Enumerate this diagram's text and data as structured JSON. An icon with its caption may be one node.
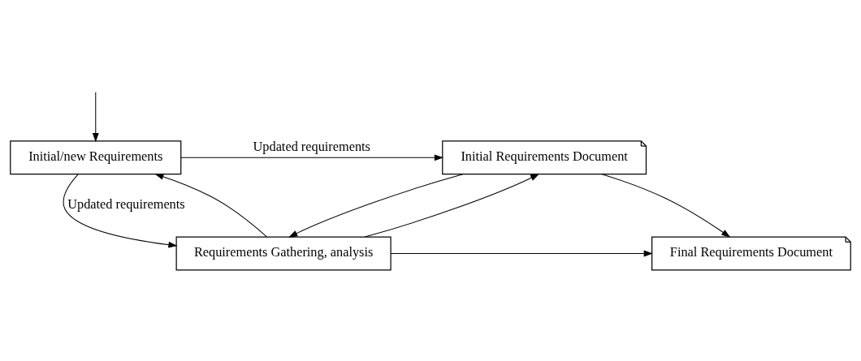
{
  "diagram": {
    "nodes": [
      {
        "text": [
          "Initial/new Requirements"
        ]
      },
      {
        "text": [
          "Initial Requirements Document"
        ]
      },
      {
        "text": [
          "Requirements Gathering, analysis"
        ]
      },
      {
        "text": [
          "Final Requirements Document"
        ]
      }
    ],
    "edges": [
      {
        "from": null,
        "to": 0,
        "arrow": "to"
      },
      {
        "from": 0,
        "to": 1,
        "arrow": "to",
        "label": "Updated requirements"
      },
      {
        "from": 0,
        "to": 2,
        "arrow": "to",
        "label": "Updated requirements"
      },
      {
        "from": 2,
        "to": 0,
        "arrow": "to"
      },
      {
        "from": 1,
        "to": 2,
        "arrow": "to"
      },
      {
        "from": 2,
        "to": 1,
        "arrow": "to"
      },
      {
        "from": 1,
        "to": 3,
        "arrow": "to"
      },
      {
        "from": 2,
        "to": 3,
        "arrow": "to"
      }
    ]
  }
}
